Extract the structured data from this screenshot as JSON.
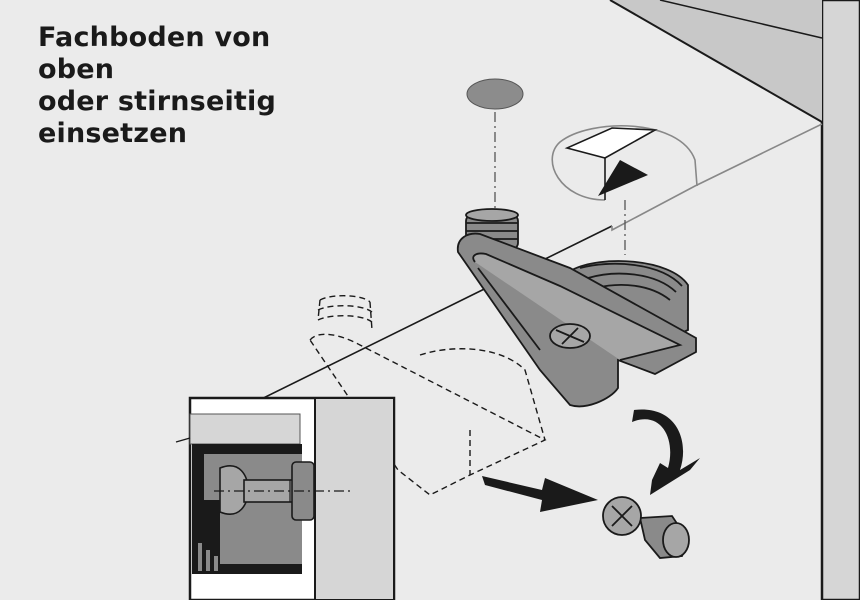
{
  "instruction": {
    "lines": [
      "Fachboden von",
      "oben",
      "oder stirnseitig",
      "einsetzen"
    ]
  },
  "colors": {
    "background": "#ebebeb",
    "panel": "#d6d6d6",
    "part": "#8a8a8a",
    "part_light": "#a6a6a6",
    "hole": "#8c8c8c",
    "ink": "#1a1a1a"
  },
  "icons": {
    "arrow_front": "arrow-right-icon",
    "arrow_curved": "curved-arrow-down-icon",
    "arrow_insert": "triangle-arrow-icon"
  }
}
